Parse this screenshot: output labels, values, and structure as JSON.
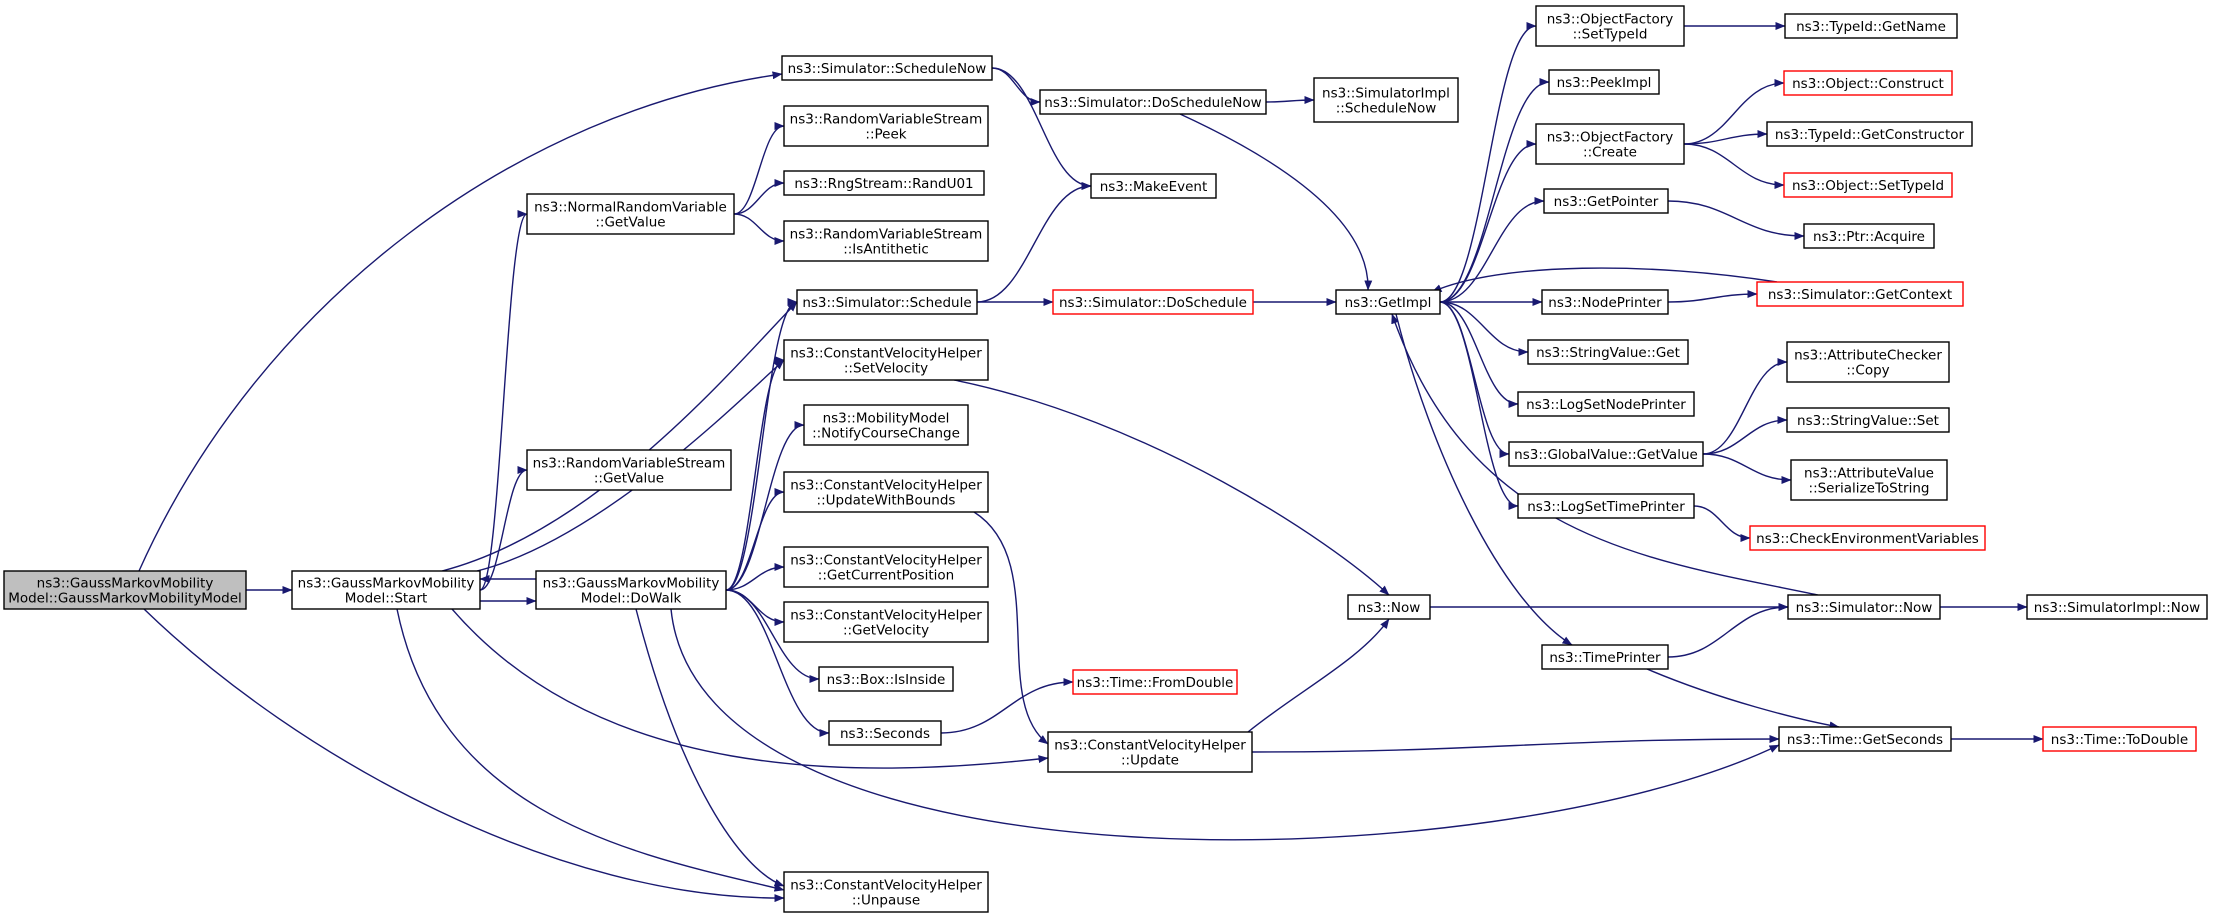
{
  "diagram": {
    "title": "",
    "colors": {
      "edge": "#191970",
      "border": "#000000",
      "red_border": "#ff0000",
      "root_fill": "#bfbfbf",
      "fill": "#ffffff"
    },
    "nodes": [
      {
        "id": "ctor",
        "lines": [
          "ns3::GaussMarkovMobility",
          "Model::GaussMarkovMobilityModel"
        ],
        "style": "root"
      },
      {
        "id": "start",
        "lines": [
          "ns3::GaussMarkovMobility",
          "Model::Start"
        ],
        "style": "normal"
      },
      {
        "id": "dowalk",
        "lines": [
          "ns3::GaussMarkovMobility",
          "Model::DoWalk"
        ],
        "style": "normal"
      },
      {
        "id": "schedNow",
        "lines": [
          "ns3::Simulator::ScheduleNow"
        ],
        "style": "normal"
      },
      {
        "id": "rvsPeek",
        "lines": [
          "ns3::RandomVariableStream",
          "::Peek"
        ],
        "style": "normal"
      },
      {
        "id": "normGet",
        "lines": [
          "ns3::NormalRandomVariable",
          "::GetValue"
        ],
        "style": "normal"
      },
      {
        "id": "randU01",
        "lines": [
          "ns3::RngStream::RandU01"
        ],
        "style": "normal"
      },
      {
        "id": "isAnti",
        "lines": [
          "ns3::RandomVariableStream",
          "::IsAntithetic"
        ],
        "style": "normal"
      },
      {
        "id": "rvsGet",
        "lines": [
          "ns3::RandomVariableStream",
          "::GetValue"
        ],
        "style": "normal"
      },
      {
        "id": "simSched",
        "lines": [
          "ns3::Simulator::Schedule"
        ],
        "style": "normal"
      },
      {
        "id": "cvhSetVel",
        "lines": [
          "ns3::ConstantVelocityHelper",
          "::SetVelocity"
        ],
        "style": "normal"
      },
      {
        "id": "notify",
        "lines": [
          "ns3::MobilityModel",
          "::NotifyCourseChange"
        ],
        "style": "normal"
      },
      {
        "id": "cvhUwb",
        "lines": [
          "ns3::ConstantVelocityHelper",
          "::UpdateWithBounds"
        ],
        "style": "normal"
      },
      {
        "id": "cvhPos",
        "lines": [
          "ns3::ConstantVelocityHelper",
          "::GetCurrentPosition"
        ],
        "style": "normal"
      },
      {
        "id": "cvhGetVel",
        "lines": [
          "ns3::ConstantVelocityHelper",
          "::GetVelocity"
        ],
        "style": "normal"
      },
      {
        "id": "boxInside",
        "lines": [
          "ns3::Box::IsInside"
        ],
        "style": "normal"
      },
      {
        "id": "seconds",
        "lines": [
          "ns3::Seconds"
        ],
        "style": "normal"
      },
      {
        "id": "cvhUnpause",
        "lines": [
          "ns3::ConstantVelocityHelper",
          "::Unpause"
        ],
        "style": "normal"
      },
      {
        "id": "doSchedNow",
        "lines": [
          "ns3::Simulator::DoScheduleNow"
        ],
        "style": "normal"
      },
      {
        "id": "implSchedNow",
        "lines": [
          "ns3::SimulatorImpl",
          "::ScheduleNow"
        ],
        "style": "normal"
      },
      {
        "id": "makeEvent",
        "lines": [
          "ns3::MakeEvent"
        ],
        "style": "normal"
      },
      {
        "id": "doSched",
        "lines": [
          "ns3::Simulator::DoSchedule"
        ],
        "style": "red"
      },
      {
        "id": "fromDouble",
        "lines": [
          "ns3::Time::FromDouble"
        ],
        "style": "red"
      },
      {
        "id": "cvhUpdate",
        "lines": [
          "ns3::ConstantVelocityHelper",
          "::Update"
        ],
        "style": "normal"
      },
      {
        "id": "now",
        "lines": [
          "ns3::Now"
        ],
        "style": "normal"
      },
      {
        "id": "getImpl",
        "lines": [
          "ns3::GetImpl"
        ],
        "style": "normal"
      },
      {
        "id": "ofSetTid",
        "lines": [
          "ns3::ObjectFactory",
          "::SetTypeId"
        ],
        "style": "normal"
      },
      {
        "id": "peekImpl",
        "lines": [
          "ns3::PeekImpl"
        ],
        "style": "normal"
      },
      {
        "id": "ofCreate",
        "lines": [
          "ns3::ObjectFactory",
          "::Create"
        ],
        "style": "normal"
      },
      {
        "id": "getPointer",
        "lines": [
          "ns3::GetPointer"
        ],
        "style": "normal"
      },
      {
        "id": "nodePrinter",
        "lines": [
          "ns3::NodePrinter"
        ],
        "style": "normal"
      },
      {
        "id": "svGet",
        "lines": [
          "ns3::StringValue::Get"
        ],
        "style": "normal"
      },
      {
        "id": "logSetNode",
        "lines": [
          "ns3::LogSetNodePrinter"
        ],
        "style": "normal"
      },
      {
        "id": "gvGet",
        "lines": [
          "ns3::GlobalValue::GetValue"
        ],
        "style": "normal"
      },
      {
        "id": "logSetTime",
        "lines": [
          "ns3::LogSetTimePrinter"
        ],
        "style": "normal"
      },
      {
        "id": "timePrinter",
        "lines": [
          "ns3::TimePrinter"
        ],
        "style": "normal"
      },
      {
        "id": "tidGetName",
        "lines": [
          "ns3::TypeId::GetName"
        ],
        "style": "normal"
      },
      {
        "id": "objConstruct",
        "lines": [
          "ns3::Object::Construct"
        ],
        "style": "red"
      },
      {
        "id": "tidGetCtor",
        "lines": [
          "ns3::TypeId::GetConstructor"
        ],
        "style": "normal"
      },
      {
        "id": "objSetTid",
        "lines": [
          "ns3::Object::SetTypeId"
        ],
        "style": "red"
      },
      {
        "id": "ptrAcquire",
        "lines": [
          "ns3::Ptr::Acquire"
        ],
        "style": "normal"
      },
      {
        "id": "simGetCtx",
        "lines": [
          "ns3::Simulator::GetContext"
        ],
        "style": "red"
      },
      {
        "id": "acCopy",
        "lines": [
          "ns3::AttributeChecker",
          "::Copy"
        ],
        "style": "normal"
      },
      {
        "id": "svSet",
        "lines": [
          "ns3::StringValue::Set"
        ],
        "style": "normal"
      },
      {
        "id": "avSer",
        "lines": [
          "ns3::AttributeValue",
          "::SerializeToString"
        ],
        "style": "normal"
      },
      {
        "id": "checkEnv",
        "lines": [
          "ns3::CheckEnvironmentVariables"
        ],
        "style": "red"
      },
      {
        "id": "simNow",
        "lines": [
          "ns3::Simulator::Now"
        ],
        "style": "normal"
      },
      {
        "id": "timeGetSec",
        "lines": [
          "ns3::Time::GetSeconds"
        ],
        "style": "normal"
      },
      {
        "id": "implNow",
        "lines": [
          "ns3::SimulatorImpl::Now"
        ],
        "style": "normal"
      },
      {
        "id": "toDouble",
        "lines": [
          "ns3::Time::ToDouble"
        ],
        "style": "red"
      }
    ],
    "edges": [
      [
        "ctor",
        "start"
      ],
      [
        "ctor",
        "schedNow"
      ],
      [
        "ctor",
        "cvhUnpause"
      ],
      [
        "start",
        "normGet"
      ],
      [
        "start",
        "rvsGet"
      ],
      [
        "start",
        "simSched"
      ],
      [
        "start",
        "cvhSetVel"
      ],
      [
        "start",
        "dowalk"
      ],
      [
        "start",
        "cvhUpdate"
      ],
      [
        "start",
        "cvhUnpause"
      ],
      [
        "dowalk",
        "start"
      ],
      [
        "dowalk",
        "simSched"
      ],
      [
        "dowalk",
        "cvhSetVel"
      ],
      [
        "dowalk",
        "notify"
      ],
      [
        "dowalk",
        "cvhUwb"
      ],
      [
        "dowalk",
        "cvhPos"
      ],
      [
        "dowalk",
        "cvhGetVel"
      ],
      [
        "dowalk",
        "boxInside"
      ],
      [
        "dowalk",
        "seconds"
      ],
      [
        "dowalk",
        "cvhUnpause"
      ],
      [
        "dowalk",
        "timeGetSec"
      ],
      [
        "schedNow",
        "doSchedNow"
      ],
      [
        "schedNow",
        "makeEvent"
      ],
      [
        "normGet",
        "rvsPeek"
      ],
      [
        "normGet",
        "randU01"
      ],
      [
        "normGet",
        "isAnti"
      ],
      [
        "simSched",
        "makeEvent"
      ],
      [
        "simSched",
        "doSched"
      ],
      [
        "cvhSetVel",
        "now"
      ],
      [
        "cvhUwb",
        "cvhUpdate"
      ],
      [
        "seconds",
        "fromDouble"
      ],
      [
        "doSchedNow",
        "implSchedNow"
      ],
      [
        "doSchedNow",
        "getImpl"
      ],
      [
        "doSched",
        "getImpl"
      ],
      [
        "cvhUpdate",
        "now"
      ],
      [
        "cvhUpdate",
        "timeGetSec"
      ],
      [
        "now",
        "simNow"
      ],
      [
        "getImpl",
        "ofSetTid"
      ],
      [
        "getImpl",
        "peekImpl"
      ],
      [
        "getImpl",
        "ofCreate"
      ],
      [
        "getImpl",
        "getPointer"
      ],
      [
        "getImpl",
        "nodePrinter"
      ],
      [
        "getImpl",
        "svGet"
      ],
      [
        "getImpl",
        "logSetNode"
      ],
      [
        "getImpl",
        "gvGet"
      ],
      [
        "getImpl",
        "logSetTime"
      ],
      [
        "getImpl",
        "timePrinter"
      ],
      [
        "ofSetTid",
        "tidGetName"
      ],
      [
        "ofCreate",
        "objConstruct"
      ],
      [
        "ofCreate",
        "tidGetCtor"
      ],
      [
        "ofCreate",
        "objSetTid"
      ],
      [
        "getPointer",
        "ptrAcquire"
      ],
      [
        "nodePrinter",
        "simGetCtx"
      ],
      [
        "simGetCtx",
        "getImpl"
      ],
      [
        "gvGet",
        "acCopy"
      ],
      [
        "gvGet",
        "svSet"
      ],
      [
        "gvGet",
        "avSer"
      ],
      [
        "logSetTime",
        "checkEnv"
      ],
      [
        "timePrinter",
        "simNow"
      ],
      [
        "timePrinter",
        "timeGetSec"
      ],
      [
        "simNow",
        "getImpl"
      ],
      [
        "simNow",
        "implNow"
      ],
      [
        "timeGetSec",
        "toDouble"
      ]
    ]
  }
}
